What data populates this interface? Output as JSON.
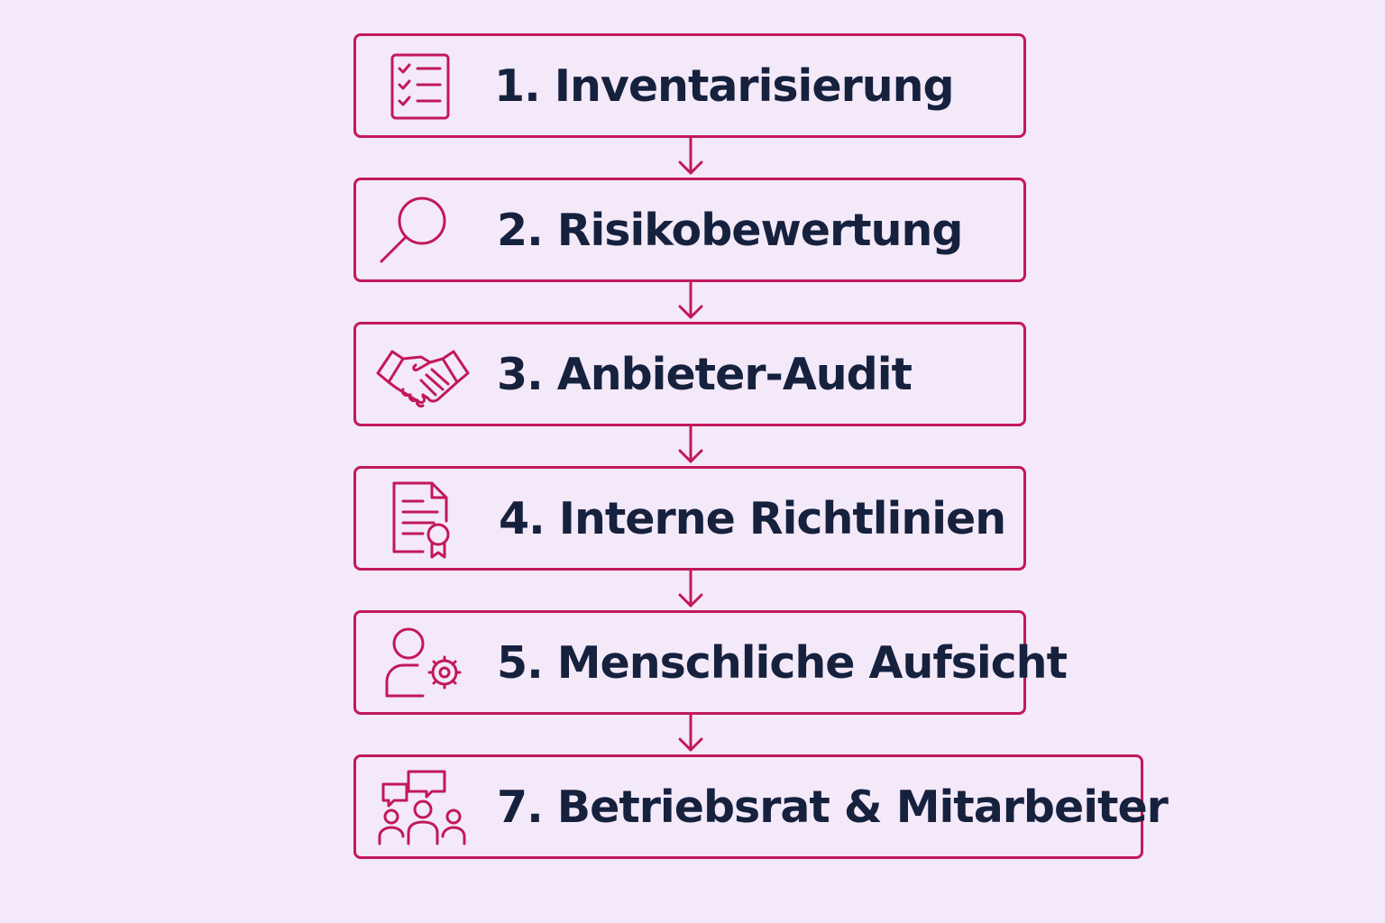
{
  "steps": [
    {
      "label": "1. Inventarisierung",
      "icon": "checklist-icon"
    },
    {
      "label": "2. Risikobewertung",
      "icon": "magnifier-icon"
    },
    {
      "label": "3. Anbieter-Audit",
      "icon": "handshake-icon"
    },
    {
      "label": "4. Interne Richtlinien",
      "icon": "certificate-document-icon"
    },
    {
      "label": "5. Menschliche Aufsicht",
      "icon": "user-gear-icon"
    },
    {
      "label": "7. Betriebsrat & Mitarbeiter",
      "icon": "group-chat-icon"
    }
  ],
  "colors": {
    "background": "#f3e9f8",
    "accent": "#c2185b",
    "text": "#16213e"
  }
}
